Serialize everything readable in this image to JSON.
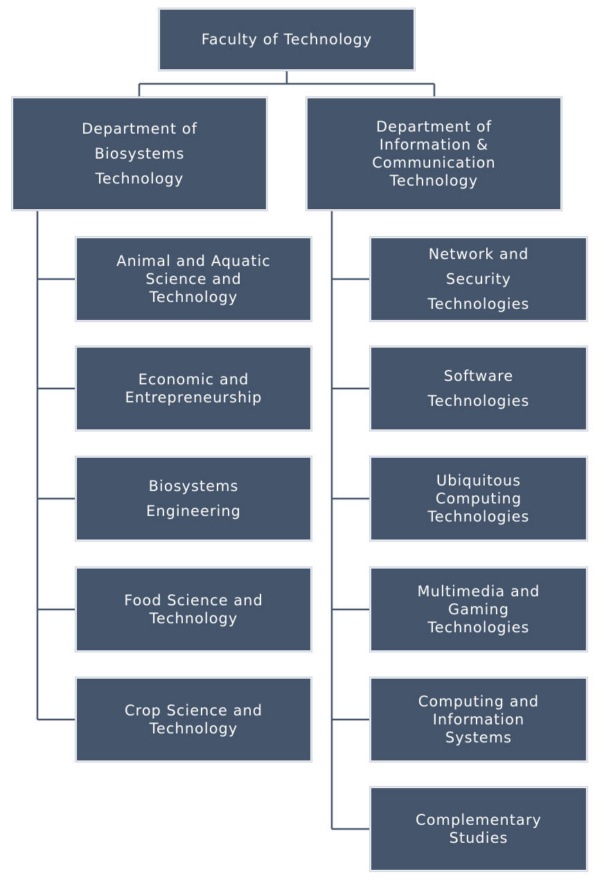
{
  "faculty": {
    "label": "Faculty of Technology"
  },
  "departments": [
    {
      "label": "Department of\nBiosystems\nTechnology",
      "programs": [
        "Animal and Aquatic\nScience and\nTechnology",
        "Economic and\nEntrepreneurship",
        "Biosystems\nEngineering",
        "Food Science and\nTechnology",
        "Crop Science and\nTechnology"
      ]
    },
    {
      "label": "Department of\nInformation &\nCommunication\nTechnology",
      "programs": [
        "Network and\nSecurity\nTechnologies",
        "Software\nTechnologies",
        "Ubiquitous\nComputing\nTechnologies",
        "Multimedia and\nGaming\nTechnologies",
        "Computing and\nInformation\nSystems",
        "Complementary\nStudies"
      ]
    }
  ],
  "colors": {
    "box_fill": "#44546a",
    "box_text": "#ffffff",
    "connector": "#44546a"
  }
}
